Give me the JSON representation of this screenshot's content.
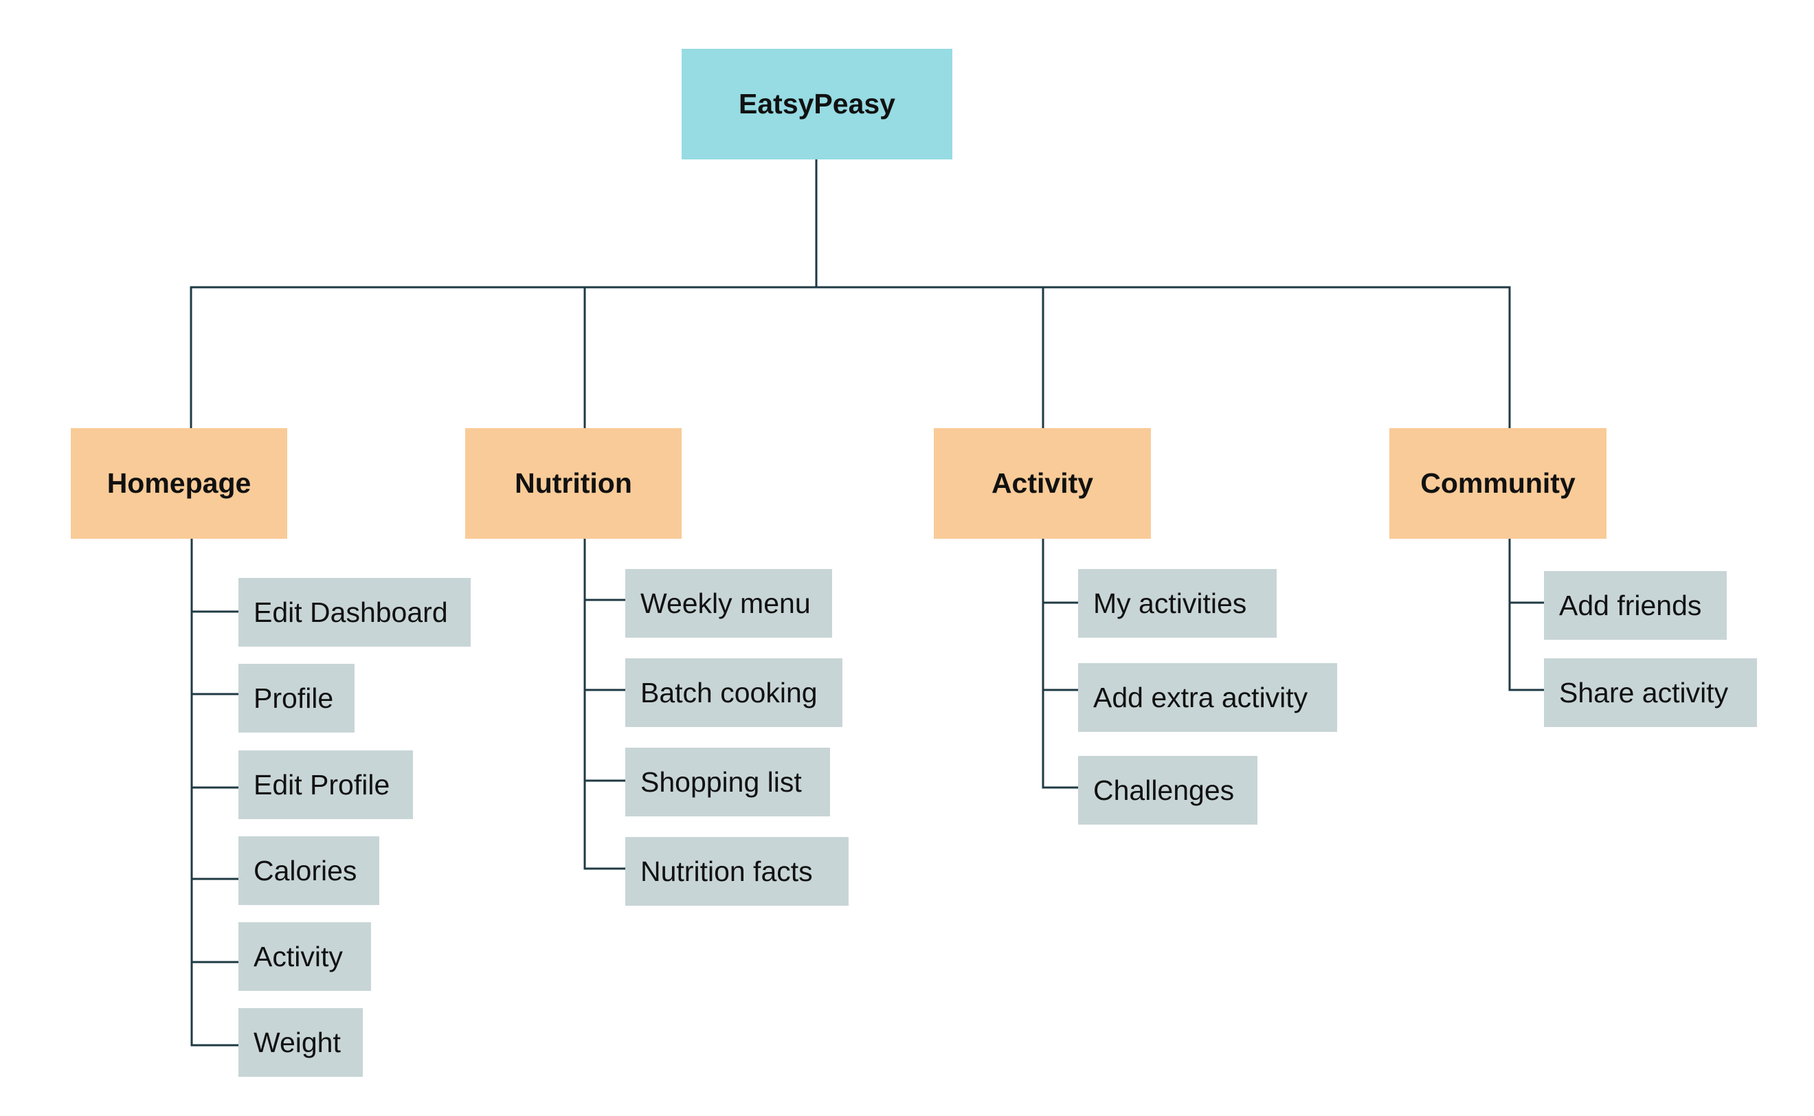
{
  "colors": {
    "root": "#97dbe3",
    "section": "#f9cb98",
    "page": "#c8d5d6",
    "connector": "#1f3a44"
  },
  "root": {
    "label": "EatsyPeasy"
  },
  "sections": [
    {
      "id": "homepage",
      "label": "Homepage",
      "children": [
        "Edit Dashboard",
        "Profile",
        "Edit Profile",
        "Calories",
        "Activity",
        "Weight"
      ]
    },
    {
      "id": "nutrition",
      "label": "Nutrition",
      "children": [
        "Weekly menu",
        "Batch cooking",
        "Shopping list",
        "Nutrition facts"
      ]
    },
    {
      "id": "activity",
      "label": "Activity",
      "children": [
        "My activities",
        "Add extra activity",
        "Challenges"
      ]
    },
    {
      "id": "community",
      "label": "Community",
      "children": [
        "Add friends",
        "Share activity"
      ]
    }
  ]
}
